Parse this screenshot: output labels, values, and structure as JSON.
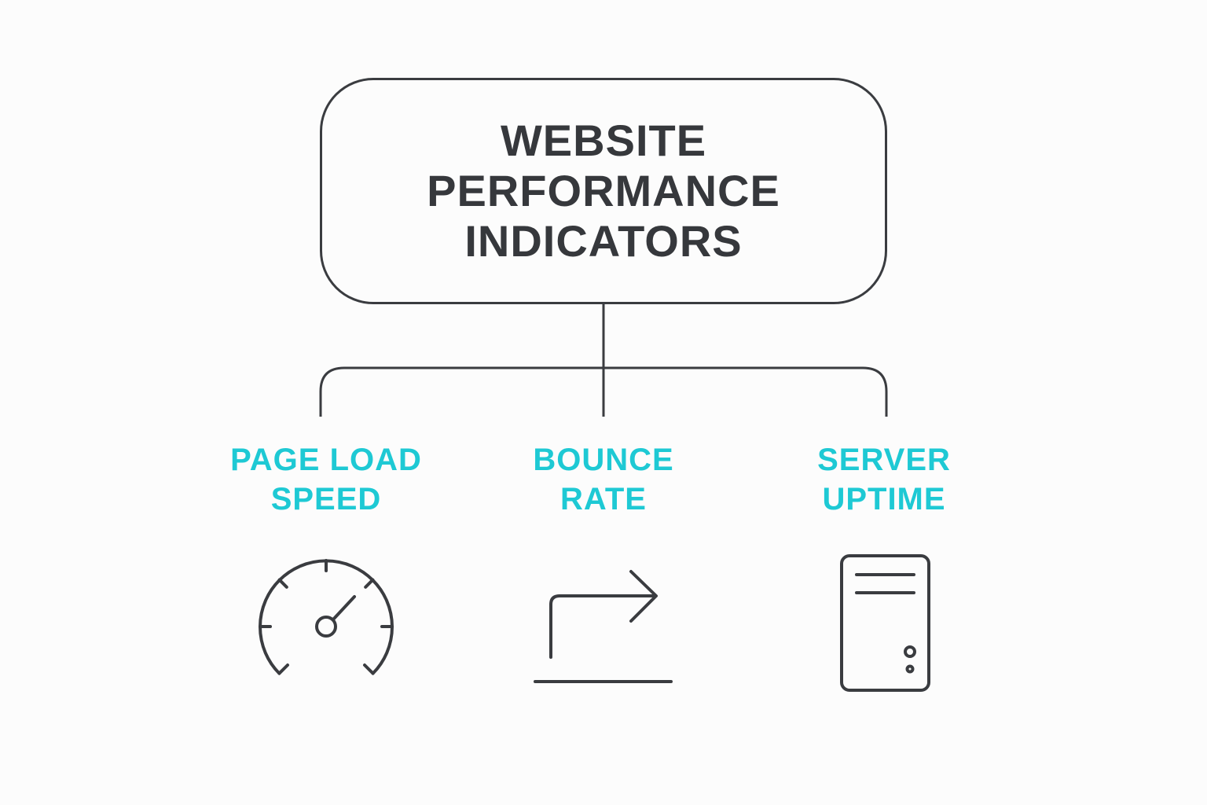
{
  "title": {
    "lines": [
      "WEBSITE",
      "PERFORMANCE",
      "INDICATORS"
    ]
  },
  "indicators": [
    {
      "lines": [
        "PAGE LOAD",
        "SPEED"
      ],
      "icon": "speedometer-icon"
    },
    {
      "lines": [
        "BOUNCE",
        "RATE"
      ],
      "icon": "bounce-arrow-icon"
    },
    {
      "lines": [
        "SERVER",
        "UPTIME"
      ],
      "icon": "server-icon"
    }
  ],
  "colors": {
    "background": "#fcfcfc",
    "stroke": "#3a3c40",
    "title_text": "#36383c",
    "accent": "#1ec9d4"
  }
}
